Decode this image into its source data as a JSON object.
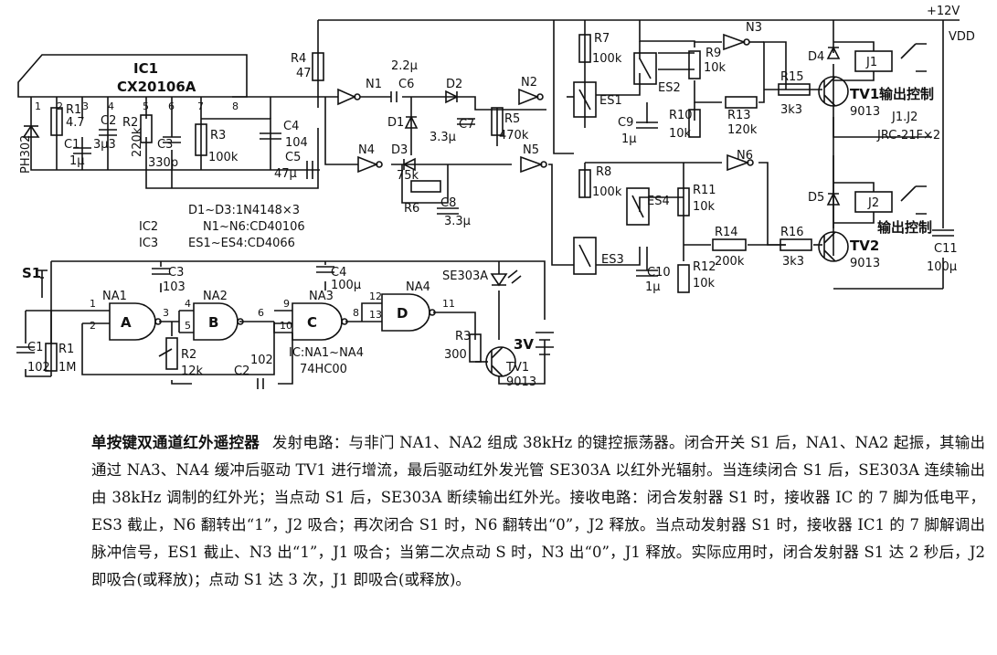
{
  "schematic": {
    "supply": {
      "v12": "+12V",
      "vdd": "VDD"
    },
    "ic1": {
      "name": "IC1",
      "part": "CX20106A",
      "pins": [
        "1",
        "2",
        "3",
        "4",
        "5",
        "6",
        "7",
        "8"
      ]
    },
    "components": {
      "pd": "PH302",
      "r1": "R1",
      "r1v": "4.7",
      "c1": "C1",
      "c1v": "1μ",
      "c2": "C2",
      "c2v": "3μ3",
      "r2": "R2",
      "r2v": "220k",
      "c3": "C3",
      "c3v": "330p",
      "r3": "R3",
      "r3v": "100k",
      "c4": "C4",
      "c4v": "104",
      "c5": "C5",
      "c5v": "47μ",
      "r4": "R4",
      "r4v": "47",
      "n1": "N1",
      "c6": "C6",
      "c6v": "2.2μ",
      "d1": "D1",
      "d2": "D2",
      "c7": "C7",
      "c7v": "3.3μ",
      "r5": "R5",
      "r5v": "470k",
      "n2": "N2",
      "n4": "N4",
      "d3": "D3",
      "r6": "R6",
      "r6v": "75k",
      "c8": "C8",
      "c8v": "3.3μ",
      "n5": "N5",
      "r7": "R7",
      "r7v": "100k",
      "es1": "ES1",
      "es2": "ES2",
      "r9": "R9",
      "r9v": "10k",
      "n3": "N3",
      "c9": "C9",
      "c9v": "1μ",
      "r10": "R10",
      "r10v": "10k",
      "r13": "R13",
      "r13v": "120k",
      "r15": "R15",
      "r15v": "3k3",
      "tv1": "TV1",
      "tv1v": "9013",
      "d4": "D4",
      "j1": "J1",
      "out1": "输出控制",
      "j12": "J1.J2",
      "jrc": "JRC-21F×2",
      "r8": "R8",
      "r8v": "100k",
      "es4": "ES4",
      "r11": "R11",
      "r11v": "10k",
      "n6": "N6",
      "es3": "ES3",
      "c10": "C10",
      "c10v": "1μ",
      "r12": "R12",
      "r12v": "10k",
      "r14": "R14",
      "r14v": "200k",
      "r16": "R16",
      "r16v": "3k3",
      "tv2": "TV2",
      "tv2v": "9013",
      "d5": "D5",
      "j2": "J2",
      "out2": "输出控制",
      "c11": "C11",
      "c11v": "100μ"
    },
    "notes": [
      "D1~D3:1N4148×3",
      "N1~N6:CD40106",
      "ES1~ES4:CD4066"
    ],
    "transmitter": {
      "ic_a": "IC2",
      "ic_b": "IC3",
      "s1": "S1",
      "c3": "C3",
      "c3v": "103",
      "c4": "C4",
      "c4v": "100μ",
      "na1": "NA1",
      "na2": "NA2",
      "na3": "NA3",
      "na4": "NA4",
      "ga": "A",
      "gb": "B",
      "gc": "C",
      "gd": "D",
      "p1": "1",
      "p2": "2",
      "p3": "3",
      "p4": "4",
      "p5": "5",
      "p6": "6",
      "p8": "8",
      "p9": "9",
      "p10": "10",
      "p11": "11",
      "p12": "12",
      "p13": "13",
      "c1": "C1",
      "c1v": "102",
      "r1": "R1",
      "r1v": "1M",
      "r2": "R2",
      "r2v": "12k",
      "c2": "C2",
      "c2v": "102",
      "ic_note": "IC:NA1~NA4",
      "ic_part": "74HC00",
      "led": "SE303A",
      "r3": "R3",
      "r3v": "300",
      "bat": "3V",
      "tv1": "TV1",
      "tv1v": "9013"
    }
  },
  "caption": {
    "title": "单按键双通道红外遥控器",
    "body": "发射电路：与非门 NA1、NA2 组成 38kHz 的键控振荡器。闭合开关 S1 后，NA1、NA2 起振，其输出通过 NA3、NA4 缓冲后驱动 TV1 进行增流，最后驱动红外发光管 SE303A 以红外光辐射。当连续闭合 S1 后，SE303A 连续输出由 38kHz 调制的红外光；当点动 S1 后，SE303A 断续输出红外光。接收电路：闭合发射器 S1 时，接收器 IC 的 7 脚为低电平，ES3 截止，N6 翻转出“1”，J2 吸合；再次闭合 S1 时，N6 翻转出“0”，J2 释放。当点动发射器 S1 时，接收器 IC1 的 7 脚解调出脉冲信号，ES1 截止、N3 出“1”，J1 吸合；当第二次点动 S 时，N3 出“0”，J1 释放。实际应用时，闭合发射器 S1 达 2 秒后，J2 即吸合(或释放)；点动 S1 达 3 次，J1 即吸合(或释放)。"
  }
}
